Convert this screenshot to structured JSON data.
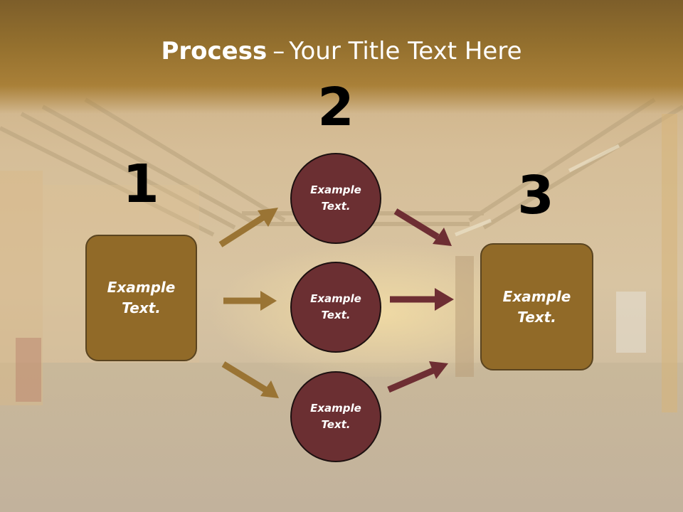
{
  "slide": {
    "title_strong": "Process",
    "title_dash": "–",
    "title_rest": "Your Title Text Here",
    "step_numbers": [
      "1",
      "2",
      "3"
    ],
    "left_box": {
      "label": "Example\nText."
    },
    "right_box": {
      "label": "Example\nText."
    },
    "circles": [
      {
        "label": "Example\nText."
      },
      {
        "label": "Example\nText."
      },
      {
        "label": "Example\nText."
      }
    ]
  },
  "colors": {
    "gold_box": "#916a28",
    "maroon_circle": "#6b2f32",
    "gold_arrow": "#9a7434",
    "maroon_arrow": "#6e2e33",
    "title_bar": "#94702e"
  }
}
